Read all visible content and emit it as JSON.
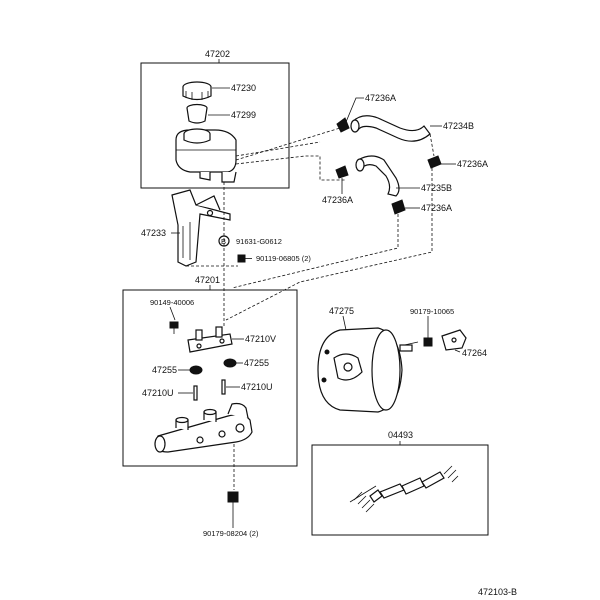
{
  "parts": {
    "reservoir_assembly": "47202",
    "reservoir_cap": "47230",
    "strainer": "47299",
    "bracket": "47233",
    "bolt_b": "91631-G0612",
    "bolt_b_marker": "B",
    "bolt_90119": "90119-06805 (2)",
    "master_cylinder_assembly": "47201",
    "bolt_90149": "90149-40006",
    "clip_47210v": "47210V",
    "grommet_47255a": "47255",
    "grommet_47255b": "47255",
    "pin_47210u_left": "47210U",
    "pin_47210u_right": "47210U",
    "nut_90179_bottom": "90179-08204 (2)",
    "clip_47236a_top": "47236A",
    "hose_47234b": "47234B",
    "clip_47236a_right": "47236A",
    "clip_47236a_left": "47236A",
    "hose_47235b": "47235B",
    "clip_47236a_lower": "47236A",
    "booster": "47275",
    "nut_90179_booster": "90179-10065",
    "clevis_47264": "47264",
    "pushrod_kit": "04493",
    "diagram_code": "472103-B"
  }
}
